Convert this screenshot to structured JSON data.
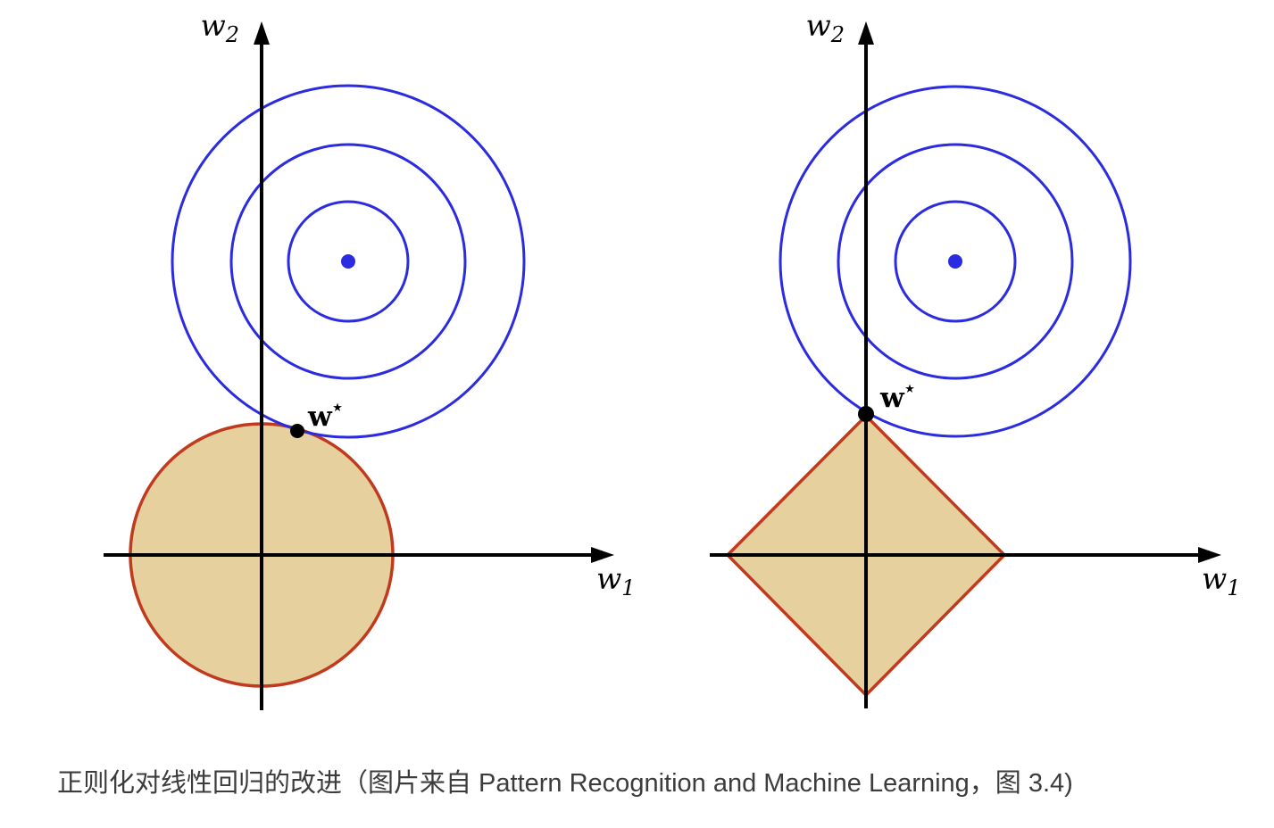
{
  "caption": "正则化对线性回归的改进（图片来自 Pattern Recognition and Machine Learning，图 3.4)",
  "colors": {
    "contour_blue": "#2b2be0",
    "constraint_red": "#c23a1e",
    "constraint_fill": "#e5d09e",
    "axis_black": "#000000"
  },
  "panels": {
    "left": {
      "x_axis_label": "w",
      "x_axis_sub": "1",
      "y_axis_label": "w",
      "y_axis_sub": "2",
      "optimum_label": "w",
      "optimum_sup": "⋆"
    },
    "right": {
      "x_axis_label": "w",
      "x_axis_sub": "1",
      "y_axis_label": "w",
      "y_axis_sub": "2",
      "optimum_label": "w",
      "optimum_sup": "⋆"
    }
  }
}
